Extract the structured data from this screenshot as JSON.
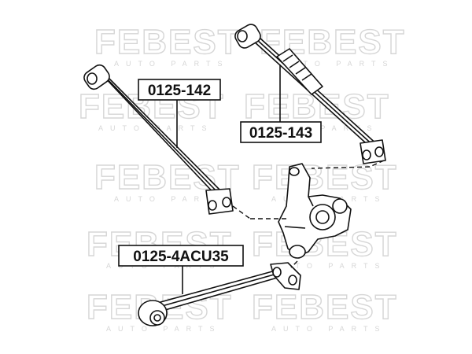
{
  "watermark": {
    "brand": "FEBEST",
    "sub": "AUTO PARTS"
  },
  "parts": [
    {
      "id": "rear-lateral-arm",
      "label": "0125-142"
    },
    {
      "id": "rear-adjustable-arm",
      "label": "0125-143"
    },
    {
      "id": "rear-trailing-arm",
      "label": "0125-4ACU35"
    }
  ]
}
